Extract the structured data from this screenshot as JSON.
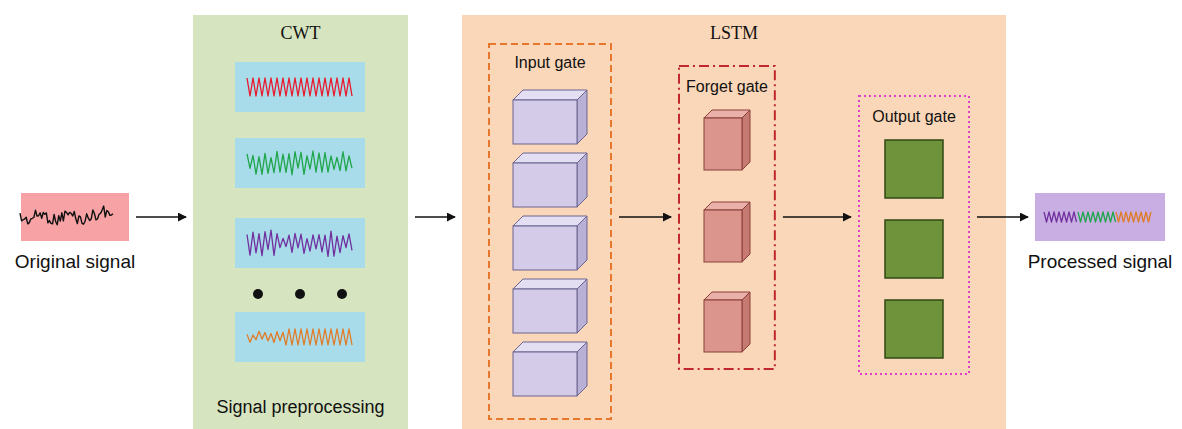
{
  "diagram": {
    "nodes": [
      {
        "text": [
          "Original signal"
        ]
      },
      {
        "text": [
          "CWT",
          "Signal preprocessing"
        ]
      },
      {
        "text": [
          "LSTM"
        ]
      },
      {
        "text": [
          "Input gate"
        ],
        "in": 2
      },
      {
        "text": [
          "Forget gate"
        ],
        "in": 2
      },
      {
        "text": [
          "Output gate"
        ],
        "in": 2
      },
      {
        "text": [
          "Processed signal"
        ]
      }
    ],
    "edges": [
      {
        "from": 0,
        "to": 1,
        "arrow": "to"
      },
      {
        "from": 1,
        "to": 2,
        "arrow": "to"
      },
      {
        "from": 3,
        "to": 4,
        "arrow": "to"
      },
      {
        "from": 4,
        "to": 5,
        "arrow": "to"
      },
      {
        "from": 5,
        "to": 6,
        "arrow": "to"
      }
    ]
  }
}
